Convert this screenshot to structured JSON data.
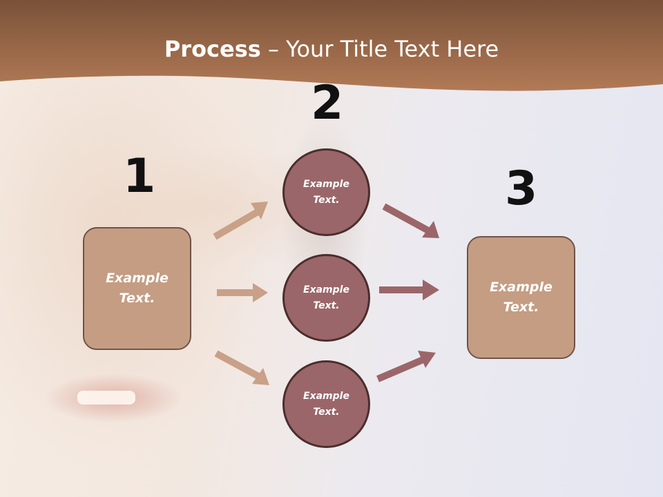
{
  "slide": {
    "title_bold": "Process",
    "title_rest": " – Your Title Text Here",
    "steps": [
      "1",
      "2",
      "3"
    ],
    "start_box": {
      "line1": "Example",
      "line2": "Text."
    },
    "middle_circles": [
      {
        "line1": "Example",
        "line2": "Text."
      },
      {
        "line1": "Example",
        "line2": "Text."
      },
      {
        "line1": "Example",
        "line2": "Text."
      }
    ],
    "end_box": {
      "line1": "Example",
      "line2": "Text."
    }
  },
  "colors": {
    "header_top": "#7a5238",
    "header_bottom": "#b27a56",
    "box_fill": "#c49d83",
    "box_border": "#705249",
    "circle_fill": "#9b6669",
    "circle_border": "#4a2e2e",
    "arrow_left": "#c9a088",
    "arrow_right": "#9b6669",
    "number_text": "#111111"
  }
}
